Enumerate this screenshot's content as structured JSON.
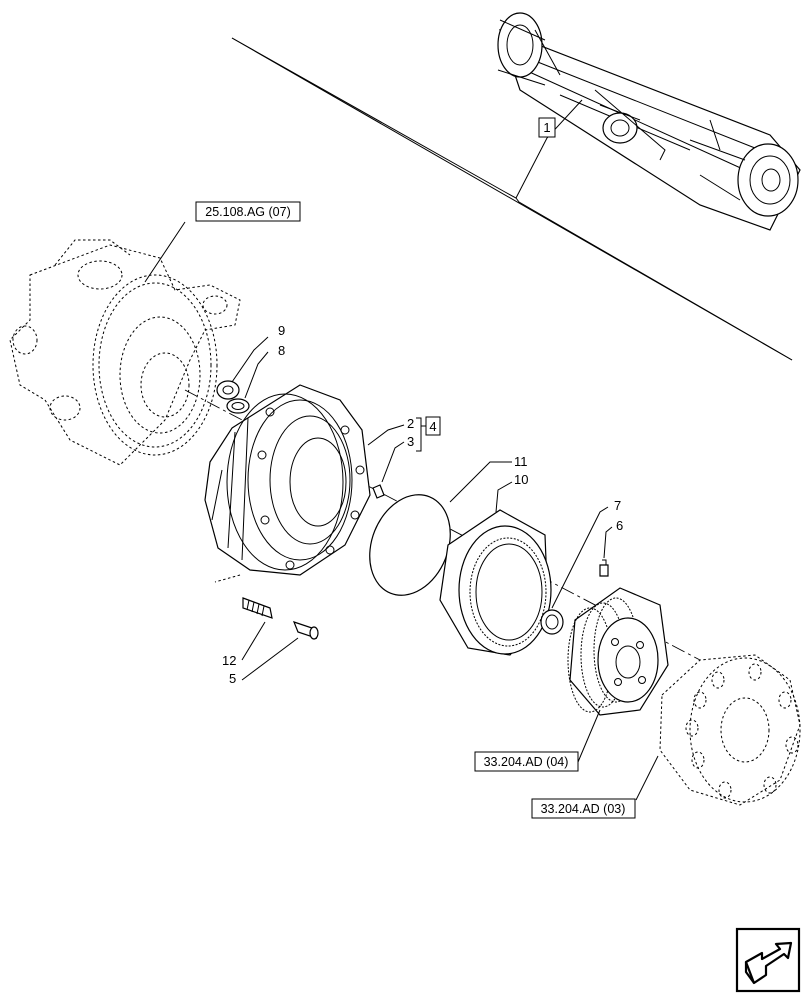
{
  "callouts": {
    "c1": "1",
    "c2": "2",
    "c3": "3",
    "c4": "4",
    "c5": "5",
    "c6": "6",
    "c7": "7",
    "c8": "8",
    "c9": "9",
    "c10": "10",
    "c11": "11",
    "c12": "12"
  },
  "references": {
    "ref_steering_knuckle": "25.108.AG (07)",
    "ref_planetary_carrier": "33.204.AD (04)",
    "ref_wheel_hub": "33.204.AD (03)"
  },
  "icons": {
    "nav": "next-page-arrow-icon"
  }
}
